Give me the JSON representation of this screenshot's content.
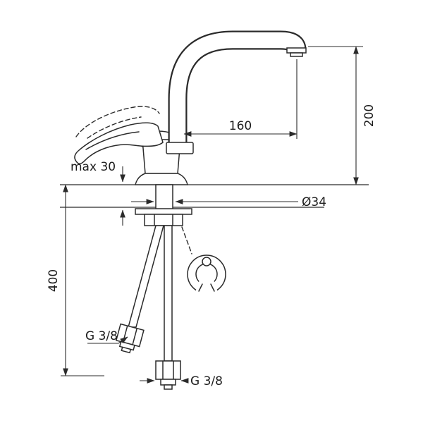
{
  "meta": {
    "type": "technical-drawing",
    "subject": "single-lever kitchen faucet dimensional drawing",
    "background_color": "#ffffff",
    "line_color": "#2b2b2b",
    "text_color": "#1c1c1c"
  },
  "labels": {
    "spout_reach": "160",
    "spout_height": "200",
    "deck_thickness": "max 30",
    "hole_diameter": "Ø34",
    "hose_length": "400",
    "thread_left": "G 3/8",
    "thread_bottom": "G 3/8"
  }
}
